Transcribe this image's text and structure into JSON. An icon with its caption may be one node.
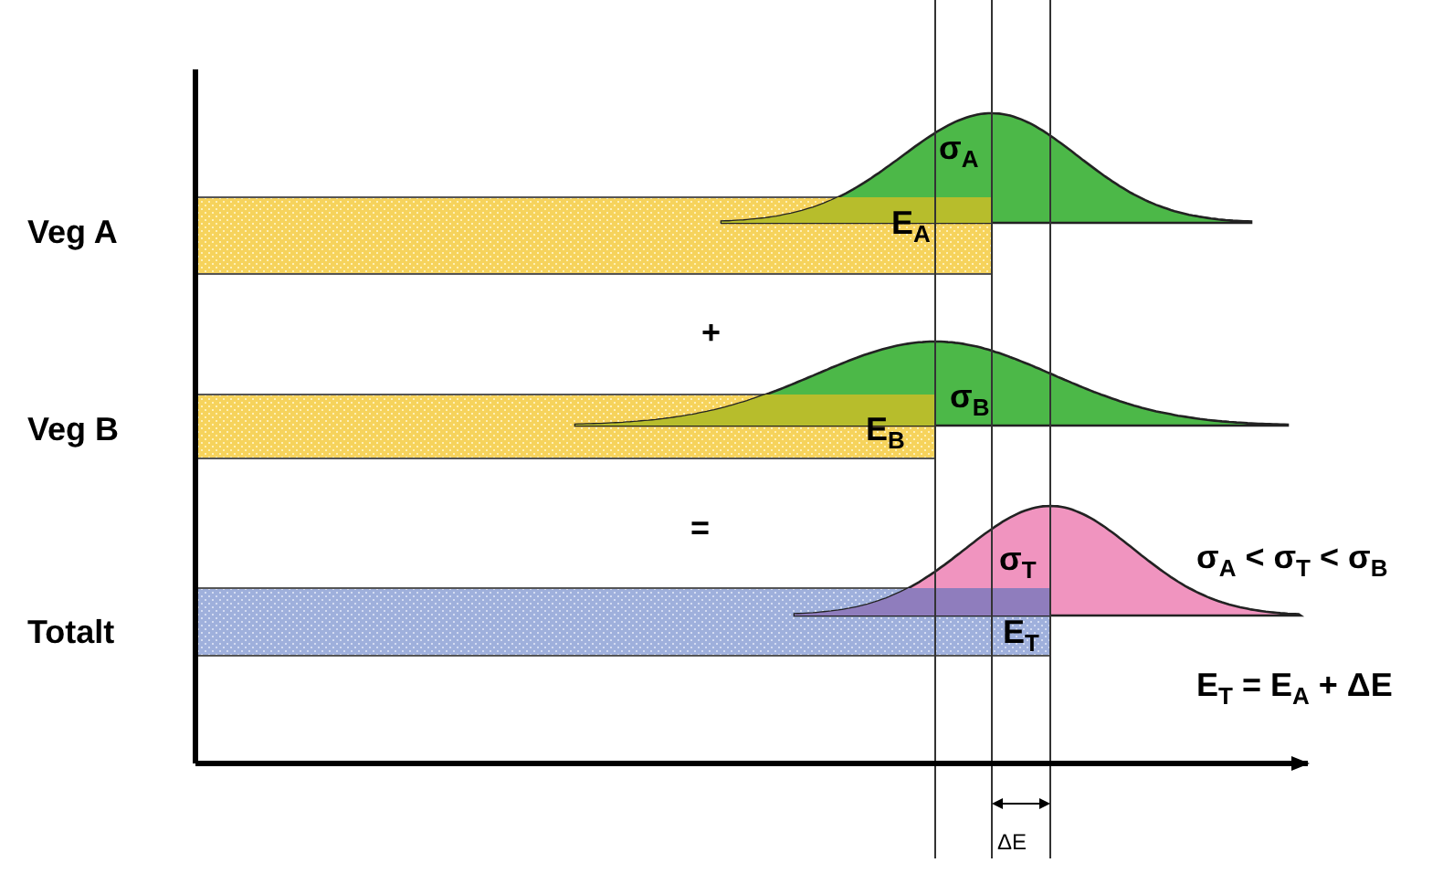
{
  "diagram": {
    "labels": [
      "σ$_{A}$",
      "Veg A",
      "E$_{A}$",
      "+",
      "σ$_{B}$",
      "Veg B",
      "E$_{B}$",
      "=",
      "σ$_{T}$",
      "σ$_{A}$ < σ$_{T}$ < σ$_{B}$",
      "Totalt",
      "E$_{T}$",
      "E$_{T}$ = E$_{A}$ + ΔE",
      "ΔE"
    ]
  }
}
